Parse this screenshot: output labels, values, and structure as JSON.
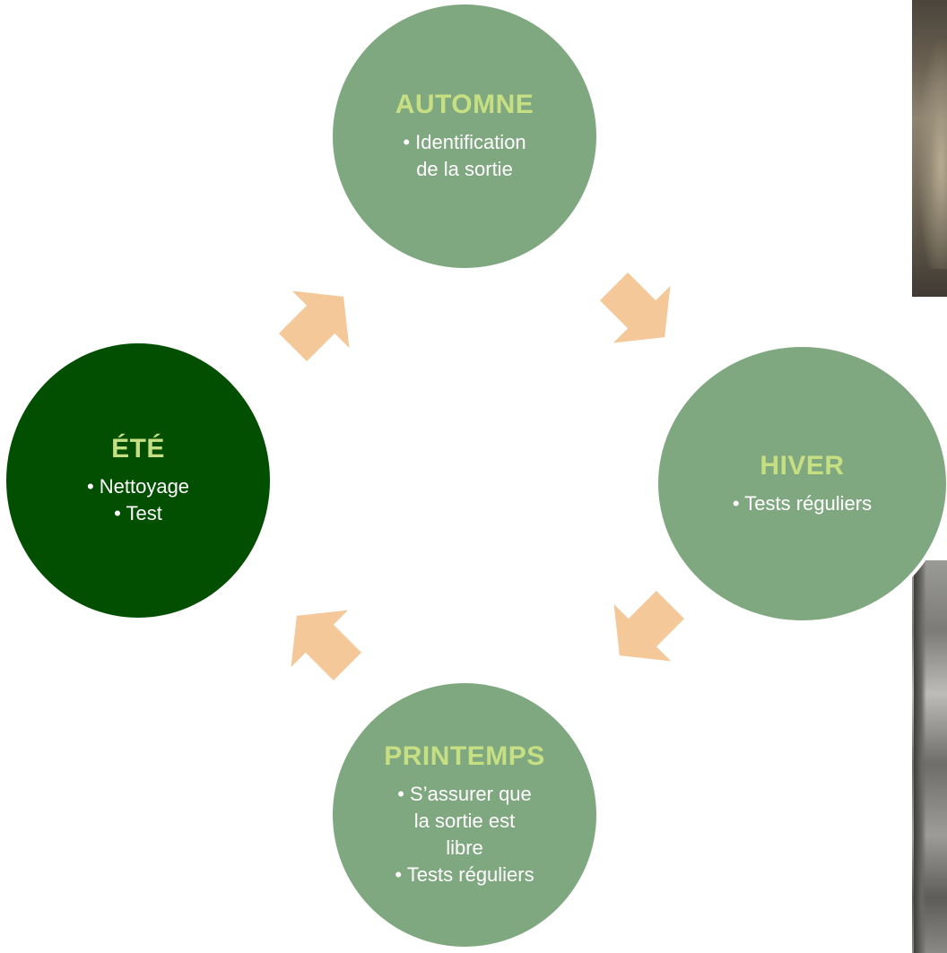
{
  "diagram": {
    "type": "cycle",
    "nodes": [
      {
        "id": "automne",
        "title": "AUTOMNE",
        "items": [
          "• Identification",
          "de la sortie"
        ],
        "fill": "#80a880"
      },
      {
        "id": "hiver",
        "title": "HIVER",
        "items": [
          "• Tests réguliers"
        ],
        "fill": "#80a880"
      },
      {
        "id": "printemps",
        "title": "PRINTEMPS",
        "items": [
          "• S’assurer que",
          "la sortie est",
          "libre",
          "• Tests réguliers"
        ],
        "fill": "#80a880"
      },
      {
        "id": "ete",
        "title": "ÉTÉ",
        "items": [
          "• Nettoyage",
          "• Test"
        ],
        "fill": "#024f02"
      }
    ],
    "colors": {
      "node_light": "#80a880",
      "node_dark": "#024f02",
      "title_text": "#c7df83",
      "item_text": "#ffffff",
      "arrow": "#f4c898"
    }
  }
}
